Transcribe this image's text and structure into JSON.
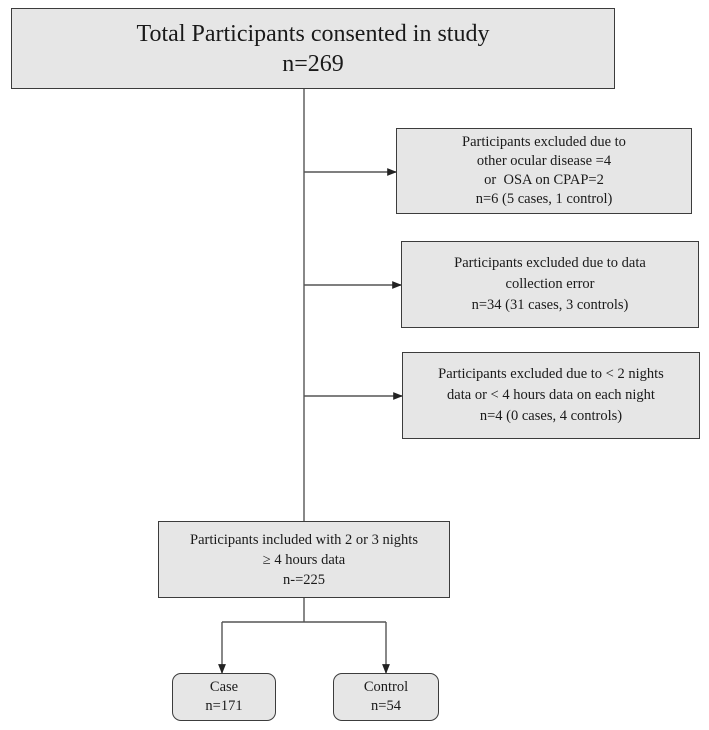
{
  "flowchart": {
    "total": {
      "line1": "Total Participants consented in study",
      "line2": "n=269"
    },
    "excl_ocular": {
      "line1": "Participants excluded due to",
      "line2": "other ocular disease =4",
      "line3": "or  OSA on CPAP=2",
      "line4": "n=6 (5 cases, 1 control)"
    },
    "excl_data_error": {
      "line1": "Participants excluded due to data",
      "line2": "collection error",
      "line3": "n=34 (31 cases, 3 controls)"
    },
    "excl_nights": {
      "line1": "Participants excluded due to < 2 nights",
      "line2": "data or < 4 hours data on each night",
      "line3": "n=4 (0 cases, 4 controls)"
    },
    "included": {
      "line1": "Participants included with 2 or 3 nights",
      "line2": "≥ 4 hours data",
      "line3": "n-=225"
    },
    "case": {
      "label": "Case",
      "n": "n=171"
    },
    "control": {
      "label": "Control",
      "n": "n=54"
    }
  }
}
